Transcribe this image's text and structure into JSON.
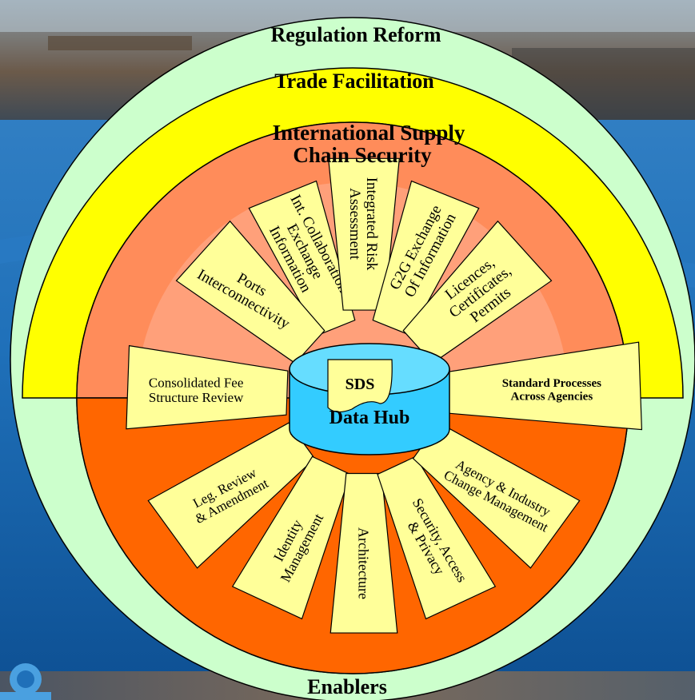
{
  "colors": {
    "background_blue": "#1f70b9",
    "background_dark_blue": "#0d4f92",
    "outer_ring": "#ccffcc",
    "trade_ring": "#ffff00",
    "security_ring": "#ff8c5a",
    "inner_salmon": "#ffa07a",
    "enablers": "#ff6600",
    "segment_fill": "#ffff99",
    "hub_cyan": "#33ccff",
    "hub_top": "#66ddff",
    "label_stroke": "#000000"
  },
  "rings": {
    "outer": "Regulation Reform",
    "trade": "Trade Facilitation",
    "security_line1": "International Supply",
    "security_line2": "Chain Security",
    "enablers": "Enablers"
  },
  "hub": {
    "doc_label": "SDS",
    "title": "Data Hub"
  },
  "segments": [
    {
      "id": "int-collab",
      "lines": [
        "Int. Collaboration",
        "Exchange",
        "Information"
      ]
    },
    {
      "id": "integrated-risk",
      "lines": [
        "Integrated Risk",
        "Assessment"
      ]
    },
    {
      "id": "g2g-exchange",
      "lines": [
        "G2G Exchange",
        "Of Information"
      ]
    },
    {
      "id": "licences",
      "lines": [
        "Licences,",
        "Certificates,",
        "Permits"
      ]
    },
    {
      "id": "ports",
      "lines": [
        "Ports",
        "Interconnectivity"
      ]
    },
    {
      "id": "consolidated-fee",
      "lines": [
        "Consolidated Fee",
        "Structure Review"
      ]
    },
    {
      "id": "standard-processes",
      "lines": [
        "Standard Processes",
        "Across Agencies"
      ]
    },
    {
      "id": "leg-review",
      "lines": [
        "Leg. Review",
        "& Amendment"
      ]
    },
    {
      "id": "identity-mgmt",
      "lines": [
        "Identity",
        "Management"
      ]
    },
    {
      "id": "architecture",
      "lines": [
        "Architecture"
      ]
    },
    {
      "id": "security-access",
      "lines": [
        "Security, Access",
        "& Privacy"
      ]
    },
    {
      "id": "agency-industry",
      "lines": [
        "Agency & Industry",
        "Change Management"
      ]
    }
  ]
}
